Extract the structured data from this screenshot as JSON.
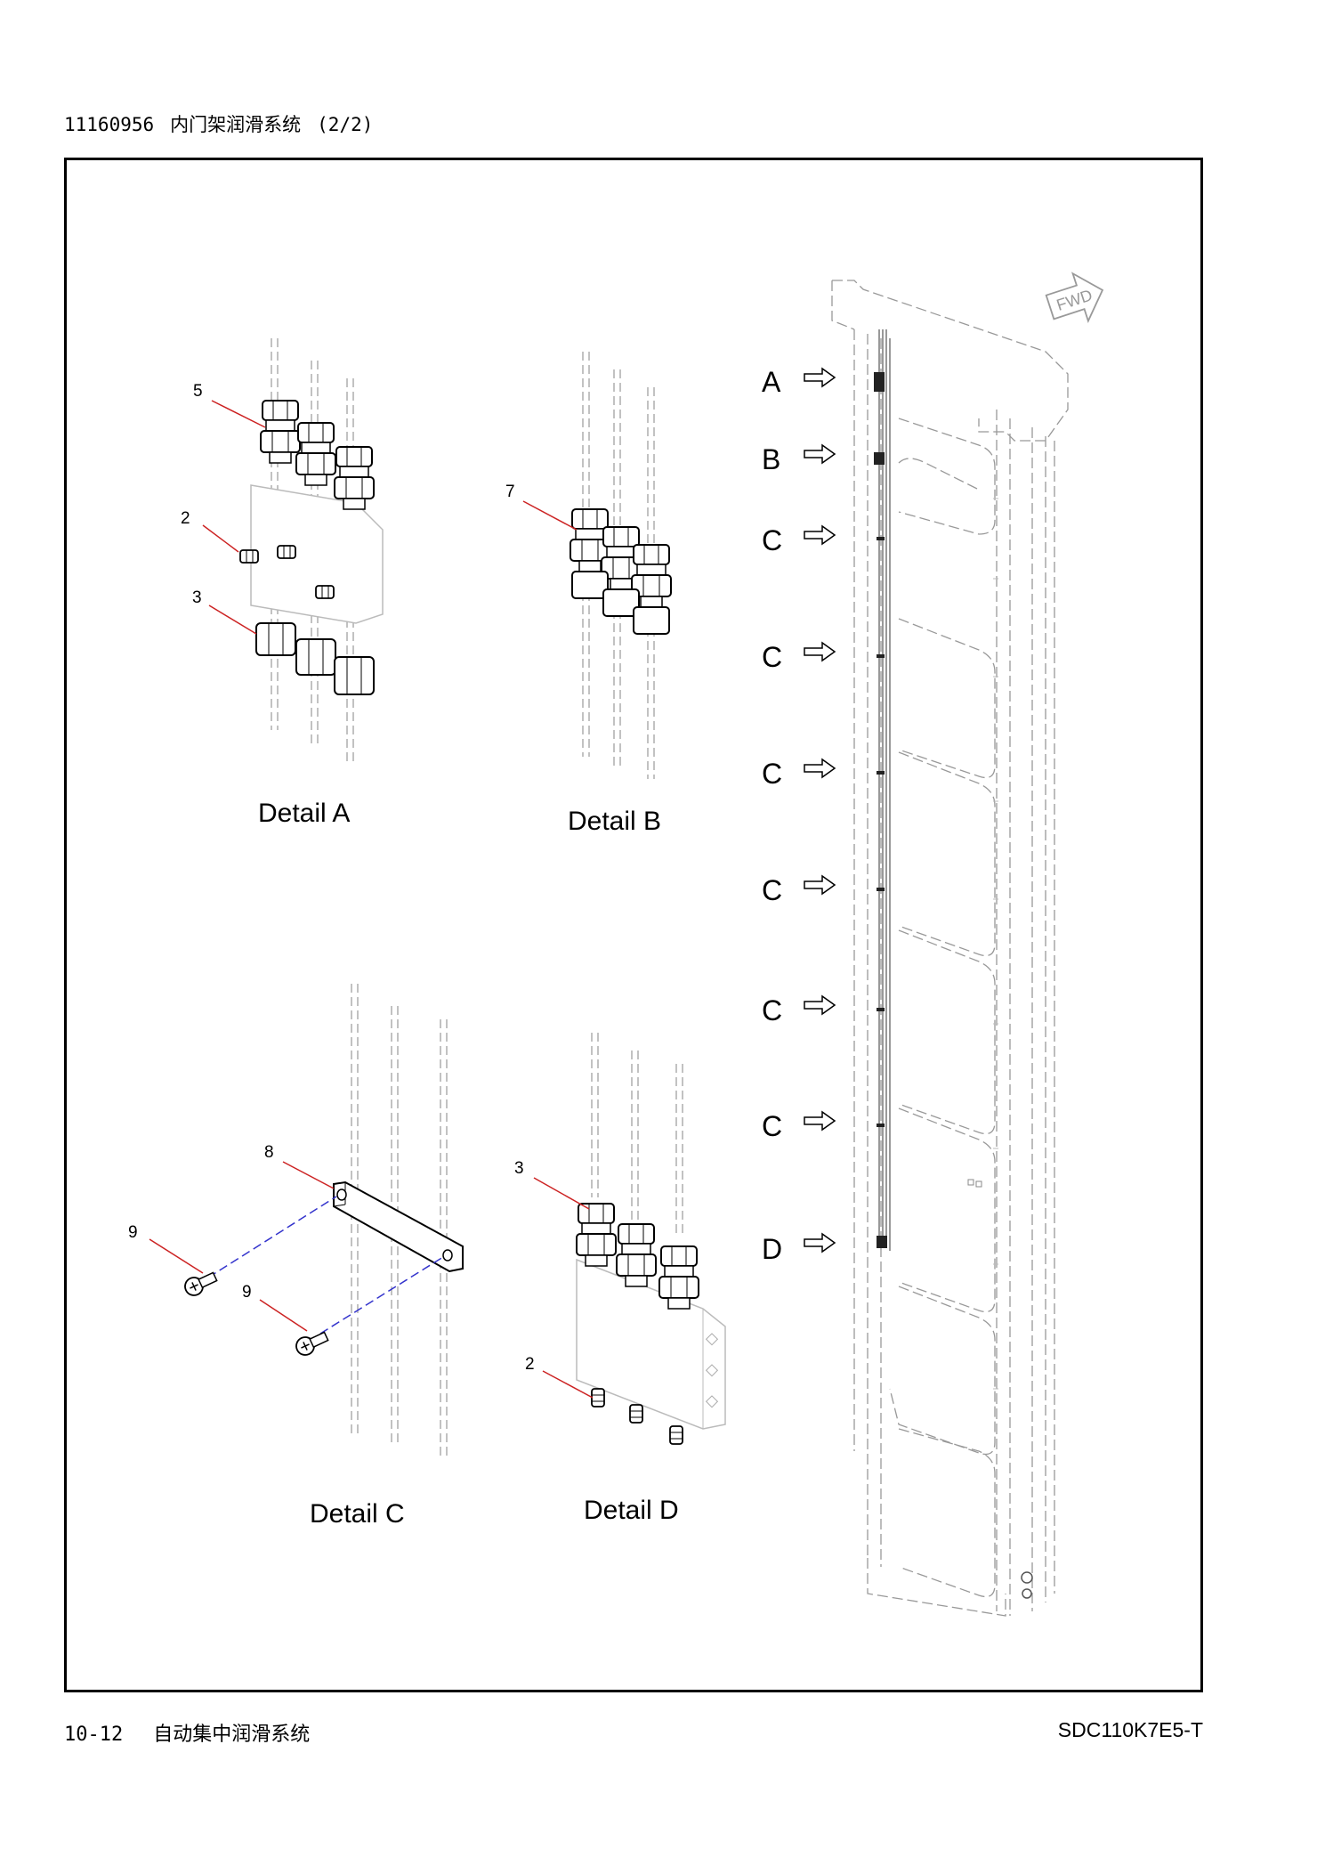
{
  "header": {
    "part_no": "11160956",
    "title": "内门架润滑系统",
    "sheet": "(2/2)"
  },
  "details": {
    "a": {
      "title": "Detail A",
      "callouts": [
        "5",
        "2",
        "3"
      ]
    },
    "b": {
      "title": "Detail B",
      "callouts": [
        "7"
      ]
    },
    "c": {
      "title": "Detail C",
      "callouts": [
        "8",
        "9",
        "9"
      ]
    },
    "d": {
      "title": "Detail D",
      "callouts": [
        "3",
        "2"
      ]
    }
  },
  "mast": {
    "direction_label": "FWD",
    "markers": [
      "A",
      "B",
      "C",
      "C",
      "C",
      "C",
      "C",
      "C",
      "D"
    ]
  },
  "footer": {
    "page": "10-12",
    "section": "自动集中润滑系统",
    "model": "SDC110K7E5-T"
  },
  "colors": {
    "leader": "#cc2222",
    "dash": "#3333cc",
    "line": "#000000",
    "ghost": "#888888"
  }
}
